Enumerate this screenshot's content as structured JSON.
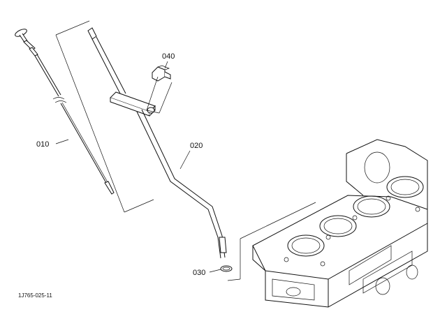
{
  "diagram": {
    "callouts": [
      {
        "id": "010",
        "label": "010"
      },
      {
        "id": "020",
        "label": "020"
      },
      {
        "id": "030",
        "label": "030"
      },
      {
        "id": "040",
        "label": "040"
      }
    ],
    "figure_code": "1J765-025-11",
    "colors": {
      "ink": "#111111",
      "background": "#ffffff"
    }
  }
}
